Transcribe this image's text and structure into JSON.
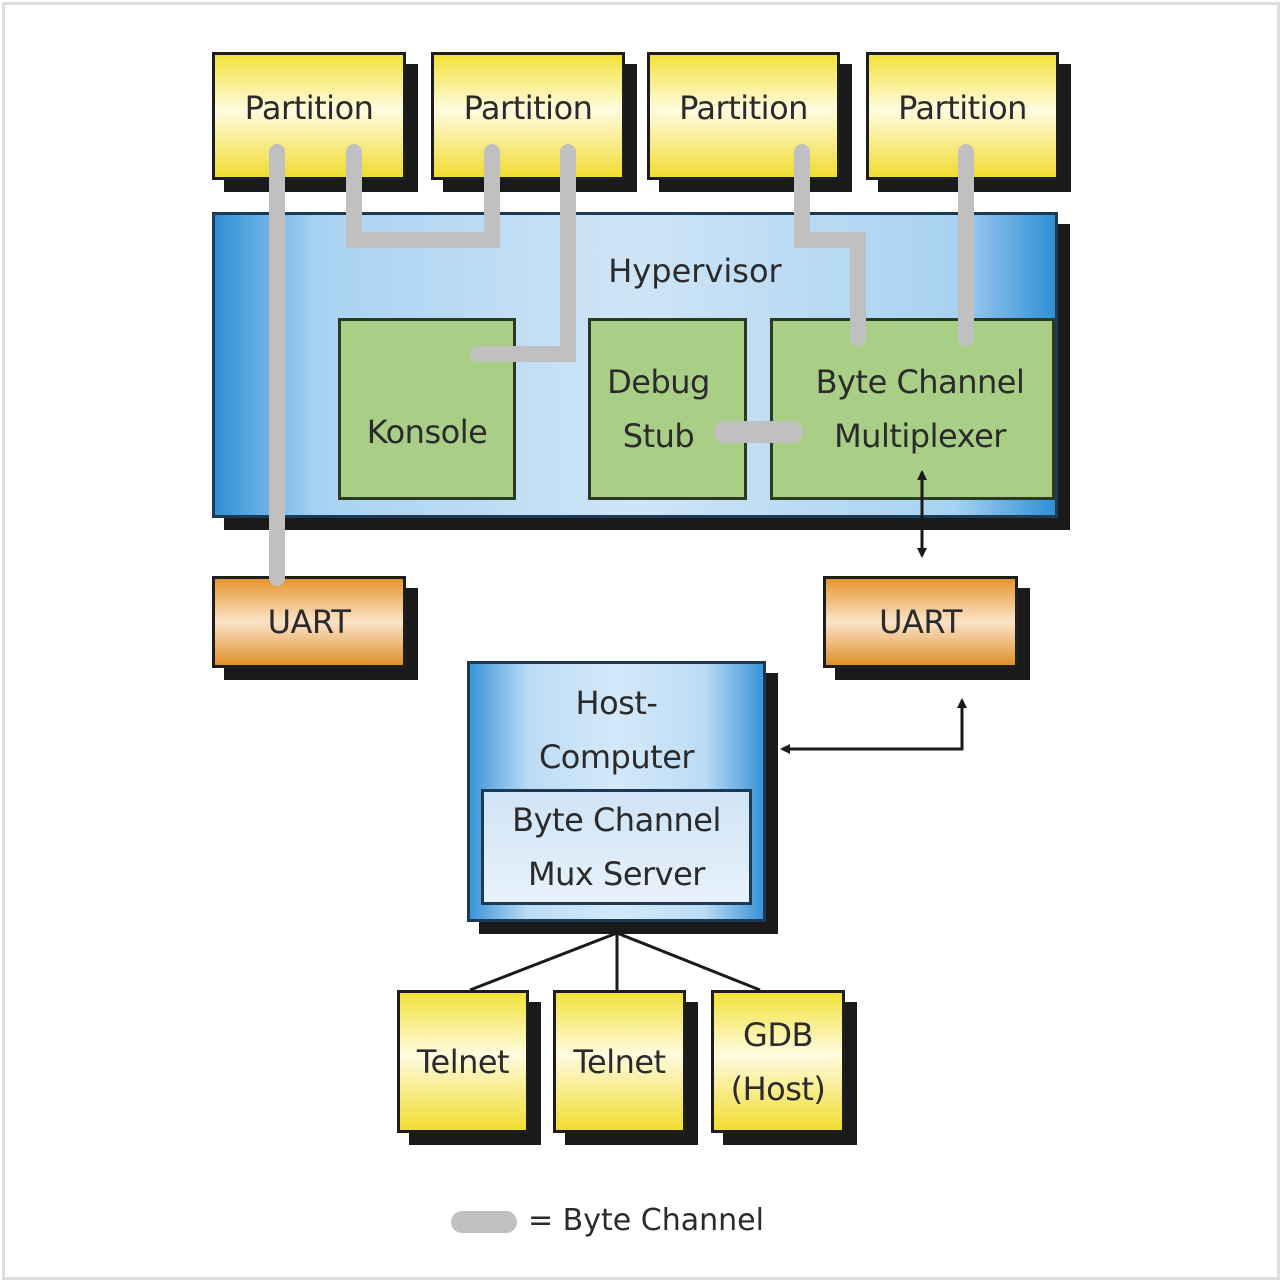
{
  "partitions": [
    "Partition",
    "Partition",
    "Partition",
    "Partition"
  ],
  "hypervisor": {
    "label": "Hypervisor",
    "konsole": "Konsole",
    "debug_stub": [
      "Debug",
      "Stub"
    ],
    "byte_channel_multiplexer": [
      "Byte Channel",
      "Multiplexer"
    ]
  },
  "uarts": [
    "UART",
    "UART"
  ],
  "host": {
    "label": [
      "Host-",
      "Computer"
    ],
    "mux_server": [
      "Byte Channel",
      "Mux Server"
    ]
  },
  "clients": {
    "telnet1": "Telnet",
    "telnet2": "Telnet",
    "gdb": [
      "GDB",
      "(Host)"
    ]
  },
  "legend": {
    "label": "= Byte Channel"
  },
  "colors": {
    "partition": "#f2e23a",
    "hypervisor": "#2f8fd6",
    "component": "#a9cf86",
    "uart": "#e5962e",
    "byte_channel": "#c0c0c0"
  }
}
